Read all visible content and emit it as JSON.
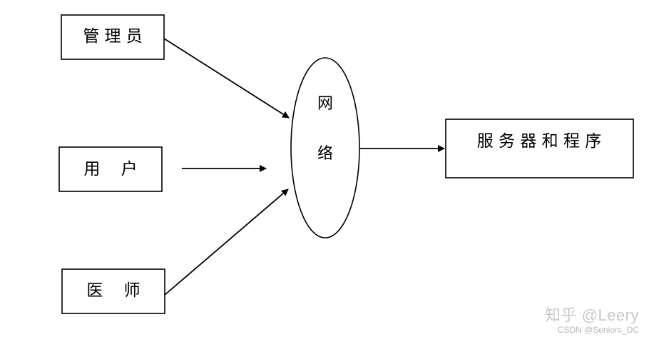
{
  "diagram": {
    "nodes": {
      "admin": "管 理 员",
      "user": "用    户",
      "doctor": "医    师",
      "network_line1": "网",
      "network_line2": "络",
      "server": "服 务 器 和 程 序"
    },
    "edges": [
      {
        "from": "admin",
        "to": "network"
      },
      {
        "from": "user",
        "to": "network"
      },
      {
        "from": "doctor",
        "to": "network"
      },
      {
        "from": "network",
        "to": "server"
      }
    ]
  },
  "watermark": {
    "main": "知乎 @Leery",
    "sub": "CSDN @Seniors_DC"
  }
}
